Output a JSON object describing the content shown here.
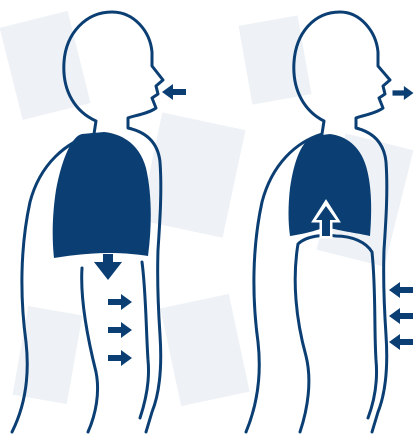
{
  "colors": {
    "background": "#ffffff",
    "outline": "#0b3f74",
    "lung": "#0b3f74",
    "arrow": "#0b3f74",
    "watermark": "#eef2f6"
  },
  "figures": [
    {
      "phase": "inhalation",
      "lung_shape": "expanded",
      "diaphragm_movement": "down",
      "mouth_airflow": "in",
      "abdomen_arrows": {
        "count": 3,
        "direction": "outward"
      }
    },
    {
      "phase": "exhalation",
      "lung_shape": "contracted",
      "diaphragm_movement": "up",
      "mouth_airflow": "out",
      "abdomen_arrows": {
        "count": 3,
        "direction": "inward"
      }
    }
  ],
  "icons": [
    "mouth-airflow-arrow-icon",
    "diaphragm-arrow-icon",
    "abdomen-arrow-icon"
  ]
}
